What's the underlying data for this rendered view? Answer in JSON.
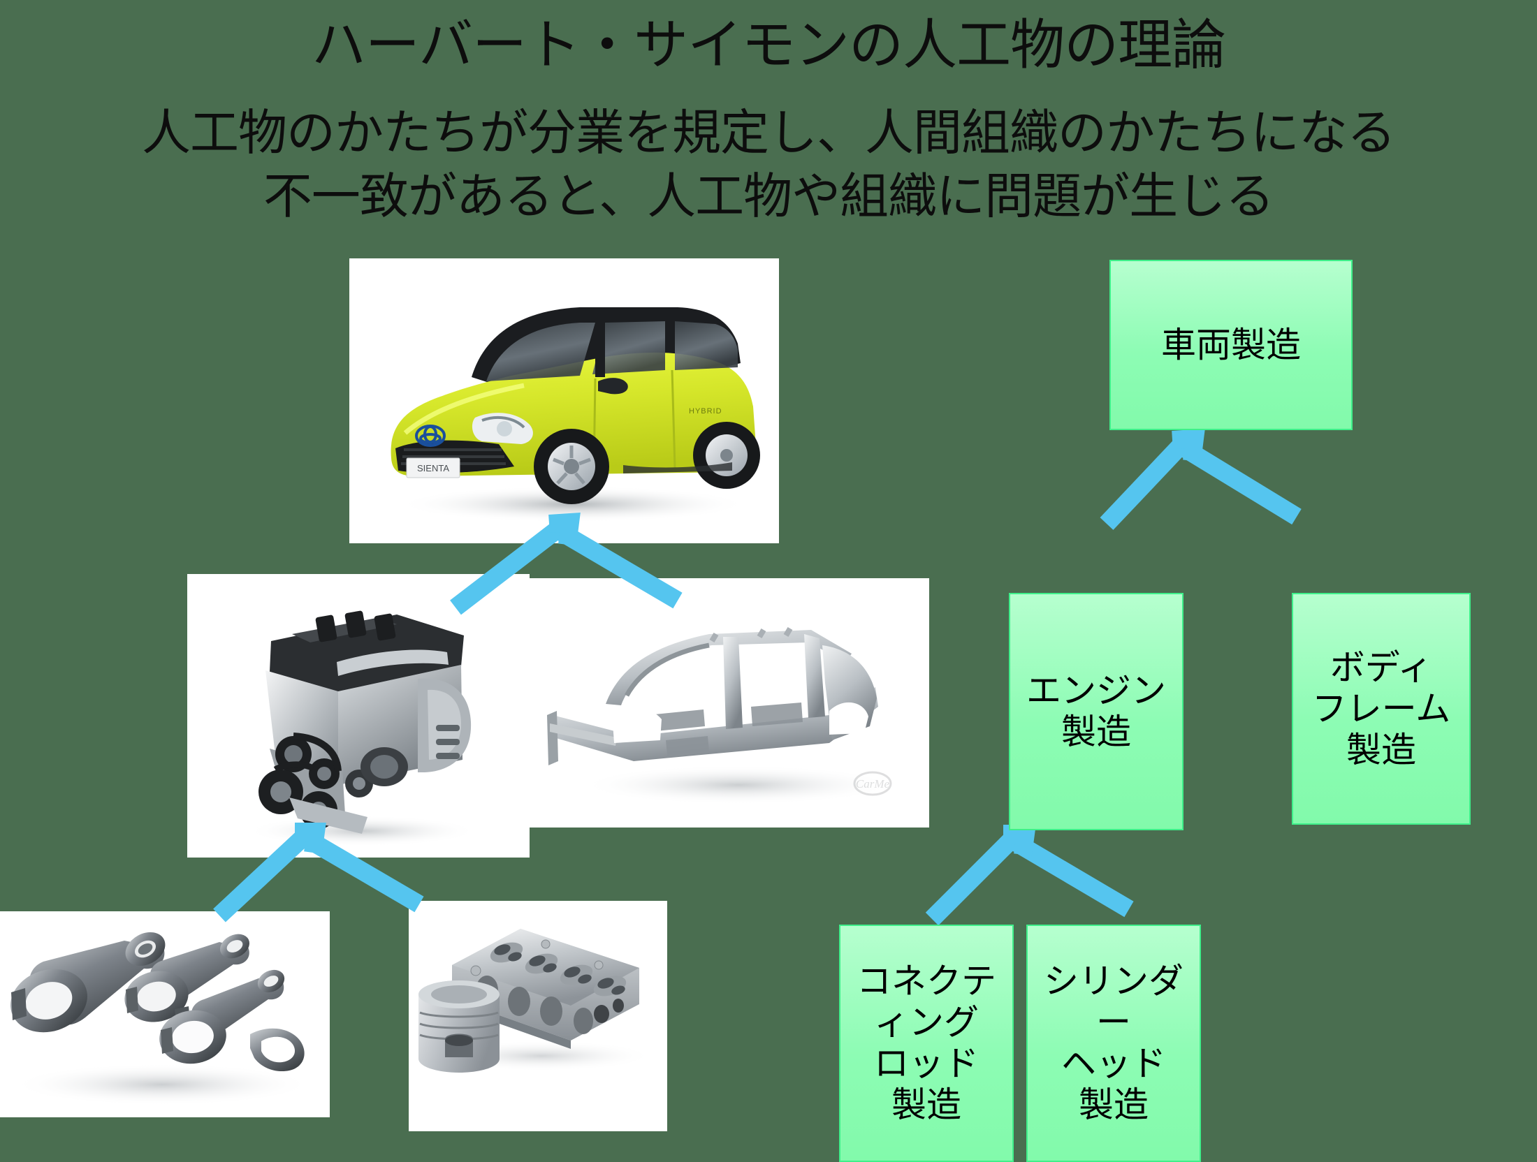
{
  "slide": {
    "background_color": "#4a6e50",
    "title": "ハーバート・サイモンの人工物の理論",
    "subtitle_line1": "人工物のかたちが分業を規定し、人間組織のかたちになる",
    "subtitle_line2": "不一致があると、人工物や組織に問題が生じる"
  },
  "palette": {
    "box_fill_top": "#b6ffcf",
    "box_fill_bottom": "#82faab",
    "box_border": "#3ef08a",
    "arrow_blue": "#55c5ef",
    "text_black": "#0d0d0d",
    "photo_mat": "#ffffff",
    "car_body": "#d6e82b"
  },
  "photos": [
    {
      "id": "car",
      "alt": "完成車(トヨタ シエンタ)の写真",
      "badge": "SIENTA",
      "watermark": ""
    },
    {
      "id": "engine",
      "alt": "エンジン本体の写真",
      "badge": "",
      "watermark": ""
    },
    {
      "id": "bodyframe",
      "alt": "ボディフレーム(骨格)の写真",
      "badge": "",
      "watermark": "CarMe"
    },
    {
      "id": "conrod",
      "alt": "コネクティングロッドの写真",
      "badge": "",
      "watermark": ""
    },
    {
      "id": "cylhead",
      "alt": "シリンダーヘッドとピストンの写真",
      "badge": "",
      "watermark": ""
    }
  ],
  "process_boxes": [
    {
      "id": "vehicle",
      "label": "車両製造"
    },
    {
      "id": "engine",
      "label": "エンジン\n製造"
    },
    {
      "id": "body",
      "label": "ボディ\nフレーム\n製造"
    },
    {
      "id": "conrod",
      "label": "コネクティング\nロッド\n製造"
    },
    {
      "id": "cylhead",
      "label": "シリンダー\nヘッド\n製造"
    }
  ],
  "connectors": [
    {
      "id": "artifact-upper",
      "from": [
        "engine-photo",
        "bodyframe-photo"
      ],
      "to": "car-photo"
    },
    {
      "id": "artifact-lower",
      "from": [
        "conrod-photo",
        "cylhead-photo"
      ],
      "to": "engine-photo"
    },
    {
      "id": "org-upper",
      "from": [
        "engine-box",
        "body-box"
      ],
      "to": "vehicle-box"
    },
    {
      "id": "org-lower",
      "from": [
        "conrod-box",
        "cylhead-box"
      ],
      "to": "engine-box"
    }
  ]
}
